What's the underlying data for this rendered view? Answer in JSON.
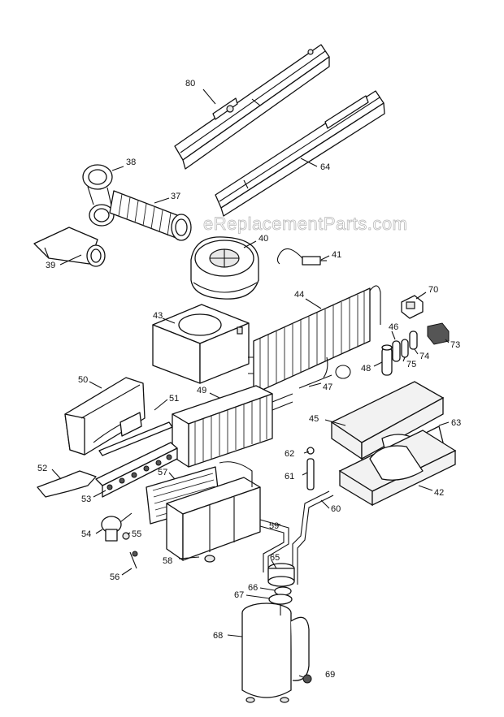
{
  "watermark": "eReplacementParts.com",
  "parts": [
    {
      "id": "80a",
      "label": "80"
    },
    {
      "id": "64",
      "label": "64"
    },
    {
      "id": "38",
      "label": "38"
    },
    {
      "id": "37",
      "label": "37"
    },
    {
      "id": "39",
      "label": "39"
    },
    {
      "id": "40",
      "label": "40"
    },
    {
      "id": "41",
      "label": "41"
    },
    {
      "id": "44",
      "label": "44"
    },
    {
      "id": "43",
      "label": "43"
    },
    {
      "id": "70",
      "label": "70"
    },
    {
      "id": "46",
      "label": "46"
    },
    {
      "id": "73",
      "label": "73"
    },
    {
      "id": "74",
      "label": "74"
    },
    {
      "id": "75",
      "label": "75"
    },
    {
      "id": "48",
      "label": "48"
    },
    {
      "id": "47",
      "label": "47"
    },
    {
      "id": "50",
      "label": "50"
    },
    {
      "id": "49",
      "label": "49"
    },
    {
      "id": "51",
      "label": "51"
    },
    {
      "id": "45",
      "label": "45"
    },
    {
      "id": "63",
      "label": "63"
    },
    {
      "id": "62",
      "label": "62"
    },
    {
      "id": "61",
      "label": "61"
    },
    {
      "id": "42",
      "label": "42"
    },
    {
      "id": "52",
      "label": "52"
    },
    {
      "id": "53",
      "label": "53"
    },
    {
      "id": "57",
      "label": "57"
    },
    {
      "id": "60",
      "label": "60"
    },
    {
      "id": "59",
      "label": "59"
    },
    {
      "id": "54",
      "label": "54"
    },
    {
      "id": "55",
      "label": "55"
    },
    {
      "id": "58",
      "label": "58"
    },
    {
      "id": "56",
      "label": "56"
    },
    {
      "id": "65",
      "label": "65"
    },
    {
      "id": "66",
      "label": "66"
    },
    {
      "id": "67",
      "label": "67"
    },
    {
      "id": "68",
      "label": "68"
    },
    {
      "id": "69",
      "label": "69"
    }
  ]
}
